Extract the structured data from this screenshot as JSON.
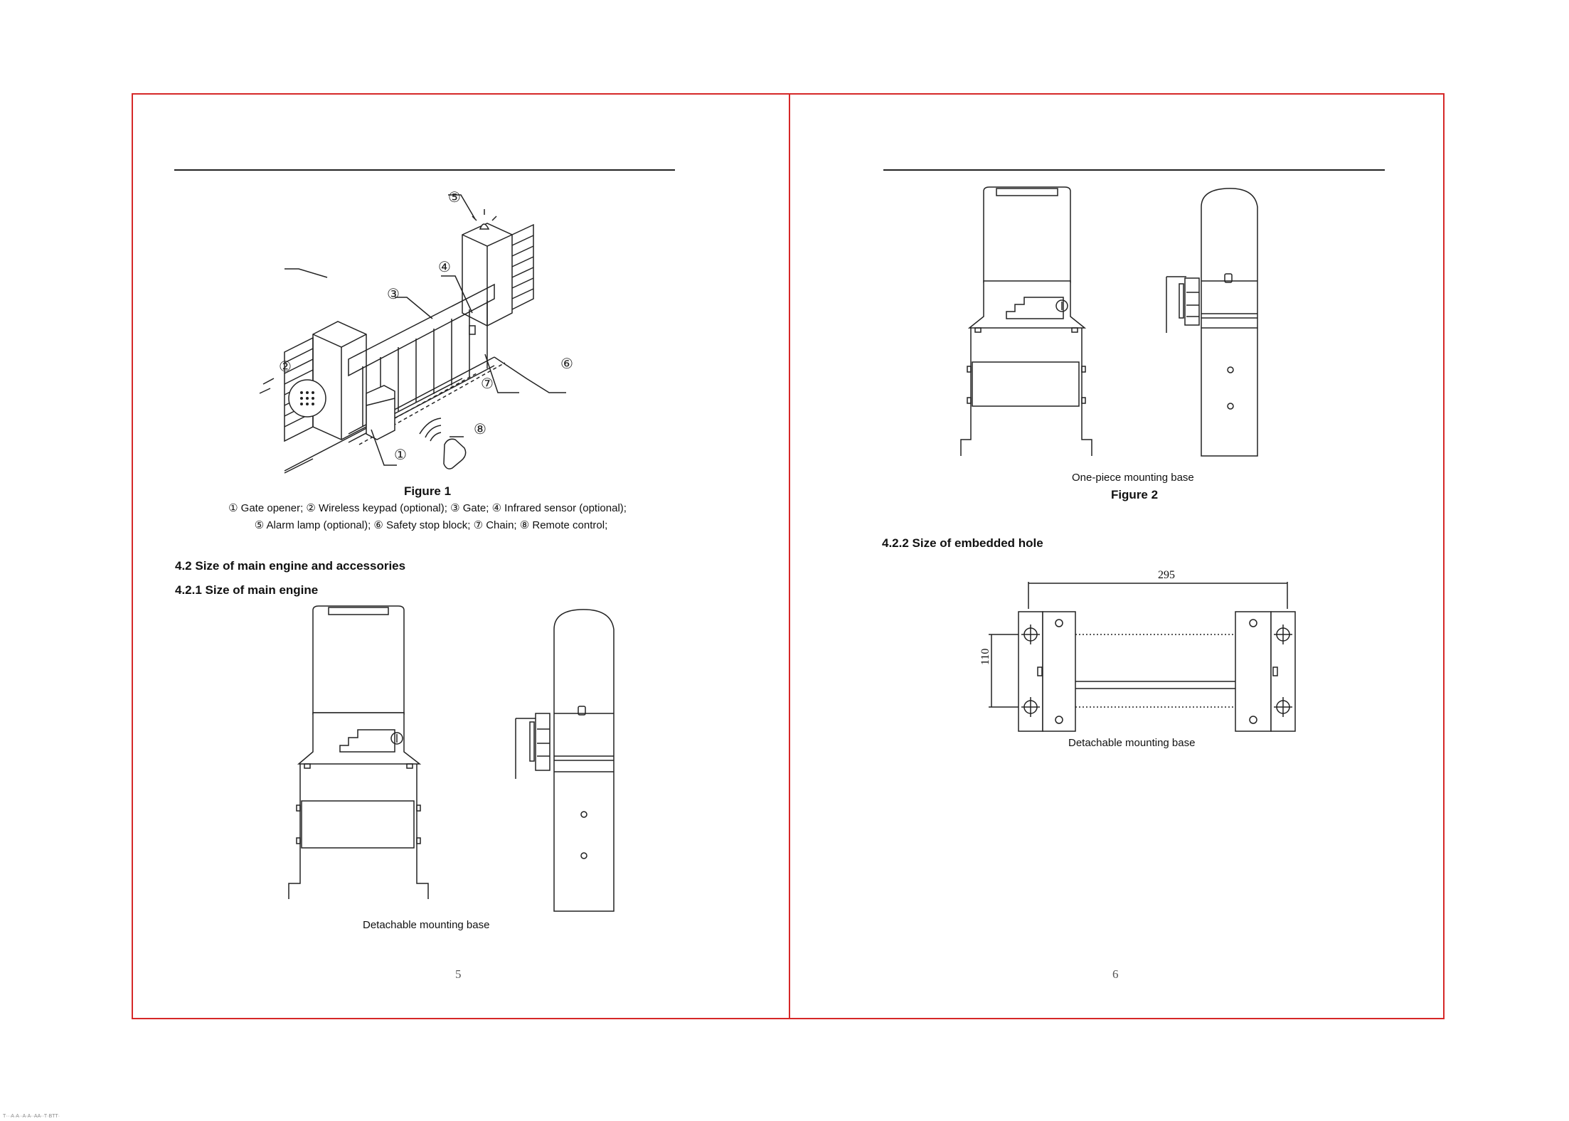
{
  "document": {
    "left_page": {
      "page_number": "5",
      "figure1": {
        "title": "Figure 1",
        "callouts": [
          "①",
          "②",
          "③",
          "④",
          "⑤",
          "⑥",
          "⑦",
          "⑧"
        ],
        "legend_line1": "① Gate opener; ② Wireless keypad (optional); ③ Gate; ④ Infrared sensor (optional);",
        "legend_line2": "⑤ Alarm lamp (optional); ⑥ Safety stop block; ⑦ Chain; ⑧ Remote control;"
      },
      "section_heading": "4.2 Size of main engine and accessories",
      "subsection_heading": "4.2.1 Size of main engine",
      "drawing_caption": "Detachable mounting base"
    },
    "right_page": {
      "page_number": "6",
      "figure2": {
        "caption": "One-piece mounting base",
        "title": "Figure 2"
      },
      "subsection_heading": "4.2.2 Size of embedded hole",
      "dimension_width": "295",
      "dimension_height": "110",
      "drawing_caption": "Detachable mounting base"
    }
  },
  "footer_text": "T···A·A··A·A··AA··T·BTT·"
}
